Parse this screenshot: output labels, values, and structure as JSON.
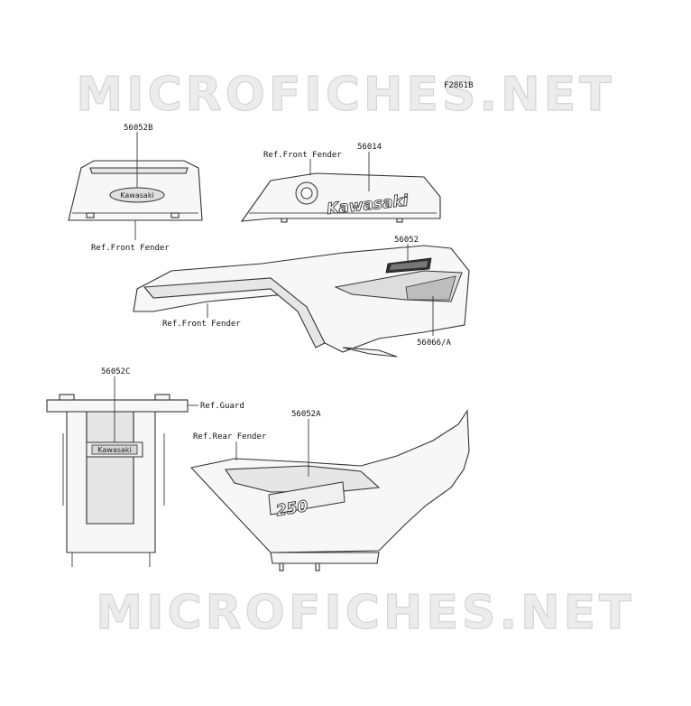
{
  "figure_code": "F2861B",
  "watermark": "MICROFICHES.NET",
  "parts": {
    "p56052B": "56052B",
    "p56014": "56014",
    "p56052": "56052",
    "p56066A": "56066/A",
    "p56052C": "56052C",
    "p56052A": "56052A"
  },
  "refs": {
    "front_fender_1": "Ref.Front Fender",
    "front_fender_2": "Ref.Front Fender",
    "front_fender_3": "Ref.Front Fender",
    "guard": "Ref.Guard",
    "rear_fender": "Ref.Rear Fender"
  },
  "decals": {
    "kawasaki_small_1": "Kawasaki",
    "kawasaki_large": "Kawasaki",
    "kawasaki_small_2": "Kawasaki",
    "model_number": "250"
  }
}
